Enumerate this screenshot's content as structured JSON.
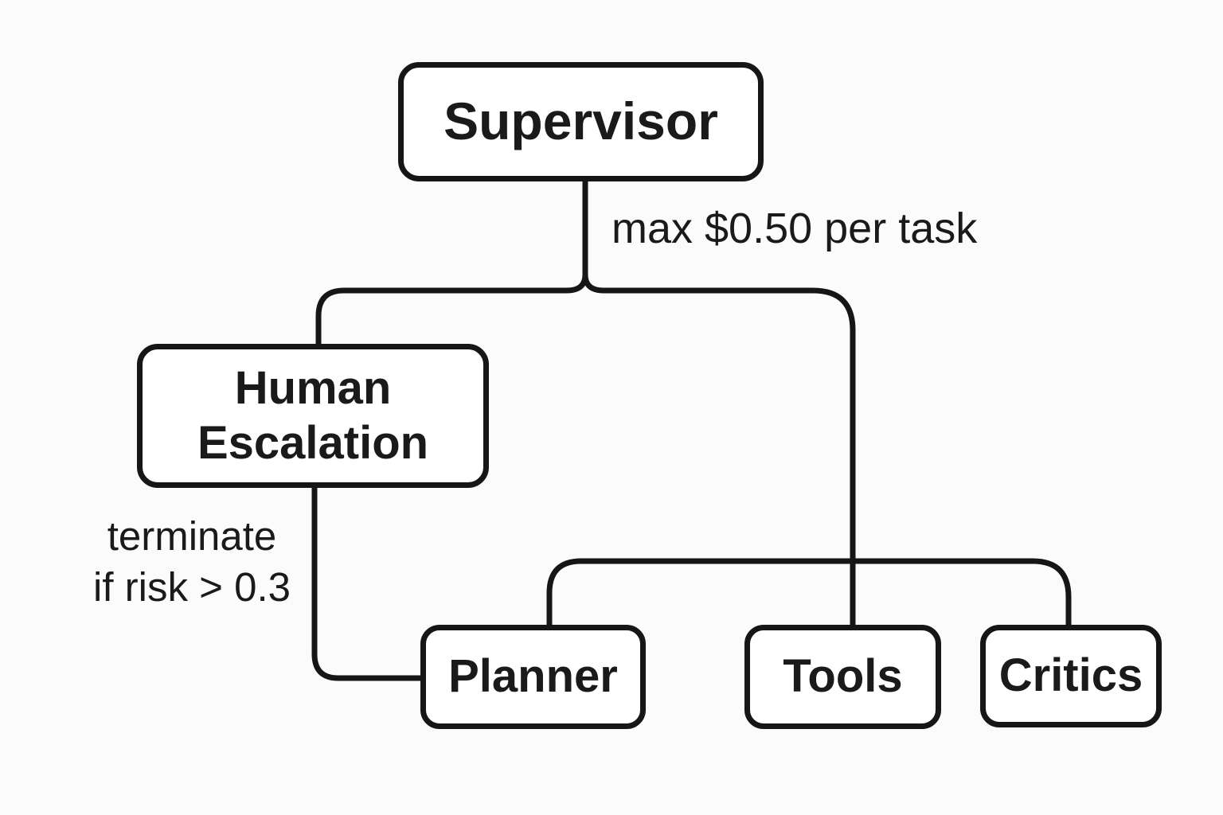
{
  "diagram": {
    "nodes": {
      "supervisor": {
        "label": "Supervisor"
      },
      "human_escalation": {
        "label": "Human Escalation"
      },
      "planner": {
        "label": "Planner"
      },
      "tools": {
        "label": "Tools"
      },
      "critics": {
        "label": "Critics"
      }
    },
    "edge_labels": {
      "budget": "max $0.50 per task",
      "terminate": "terminate\nif risk > 0.3"
    },
    "colors": {
      "background": "#fbfbfb",
      "stroke": "#161616",
      "node_fill": "#ffffff",
      "text": "#1a1a1a"
    }
  }
}
